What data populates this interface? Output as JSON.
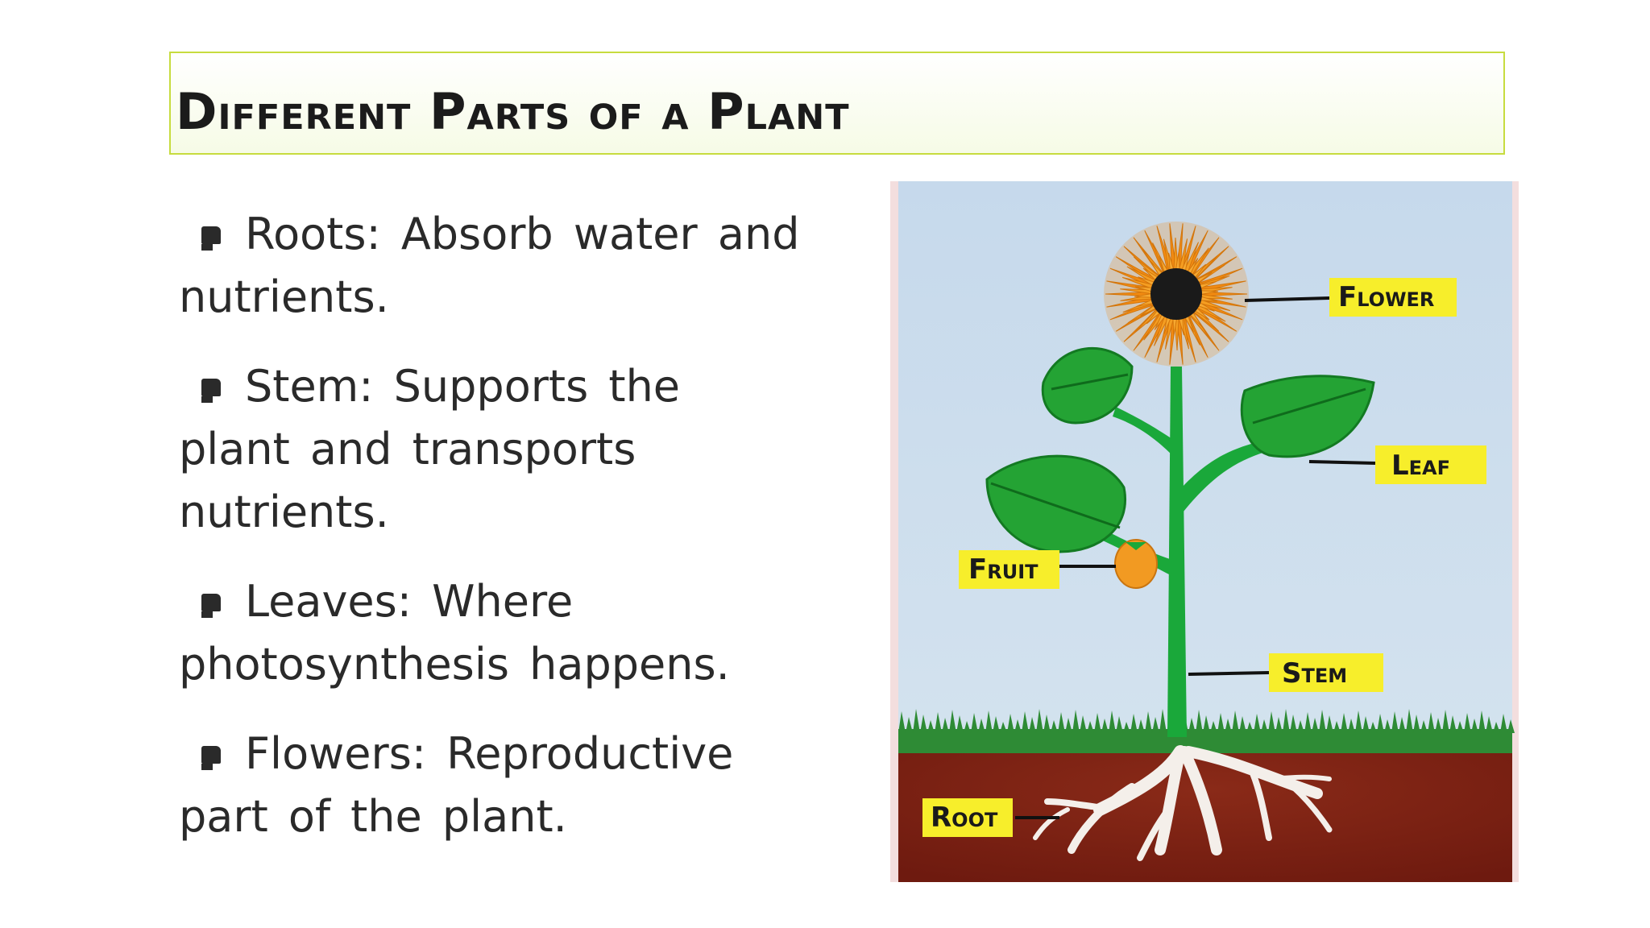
{
  "title": "Different Parts of a Plant",
  "bullets": [
    {
      "icon": "bullet-icon",
      "text": "Roots: Absorb water and nutrients."
    },
    {
      "icon": "bullet-icon",
      "text": "Stem: Supports the plant and transports nutrients."
    },
    {
      "icon": "bullet-icon",
      "text": "Leaves: Where photosynthesis happens."
    },
    {
      "icon": "bullet-icon",
      "text": "Flowers: Reproductive part of the plant."
    }
  ],
  "diagram": {
    "labels": {
      "flower": "Flower",
      "leaf": "Leaf",
      "fruit": "Fruit",
      "stem": "Stem",
      "root": "Root"
    }
  },
  "colors": {
    "title_border": "#c7dc3f",
    "sky": "#c7dced",
    "grass": "#2e8b35",
    "soil": "#7a1e12",
    "label_bg": "#f7ee2b",
    "petals": "#f39a1b"
  }
}
